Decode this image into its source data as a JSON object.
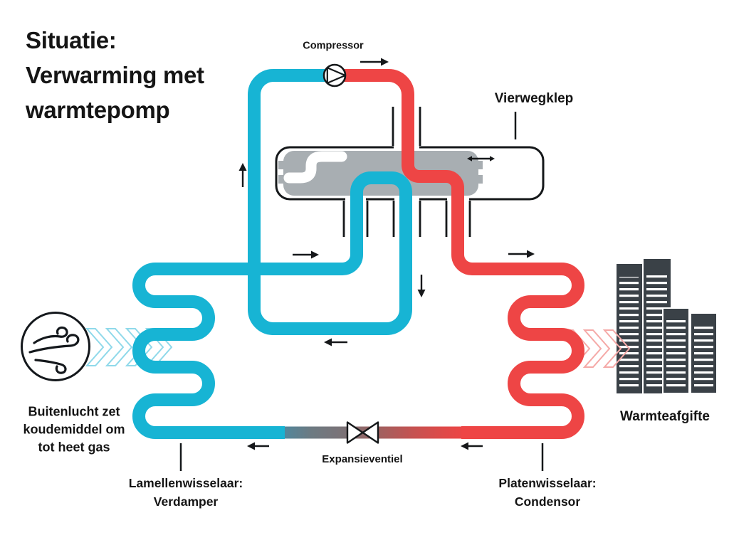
{
  "title": {
    "line1": "Situatie:",
    "line2": "Verwarming met",
    "line3": "warmtepomp"
  },
  "components": {
    "compressor": "Compressor",
    "four_way_valve": "Vierwegklep",
    "expansion_valve": "Expansieventiel",
    "evaporator": {
      "line1": "Lamellenwisselaar:",
      "line2": "Verdamper"
    },
    "condenser": {
      "line1": "Platenwisselaar:",
      "line2": "Condensor"
    },
    "outside_air": {
      "line1": "Buitenlucht zet",
      "line2": "koudemiddel om",
      "line3": "tot heet gas"
    },
    "heat_output": "Warmteafgifte"
  },
  "colors": {
    "cold_pipe": "#17b4d4",
    "hot_pipe": "#ee4545",
    "valve_slider": "#a8aeb2",
    "buildings": "#3a4147",
    "chevron_cold": "#8fd9ea",
    "chevron_hot": "#f5a9a7",
    "text": "#141414"
  }
}
